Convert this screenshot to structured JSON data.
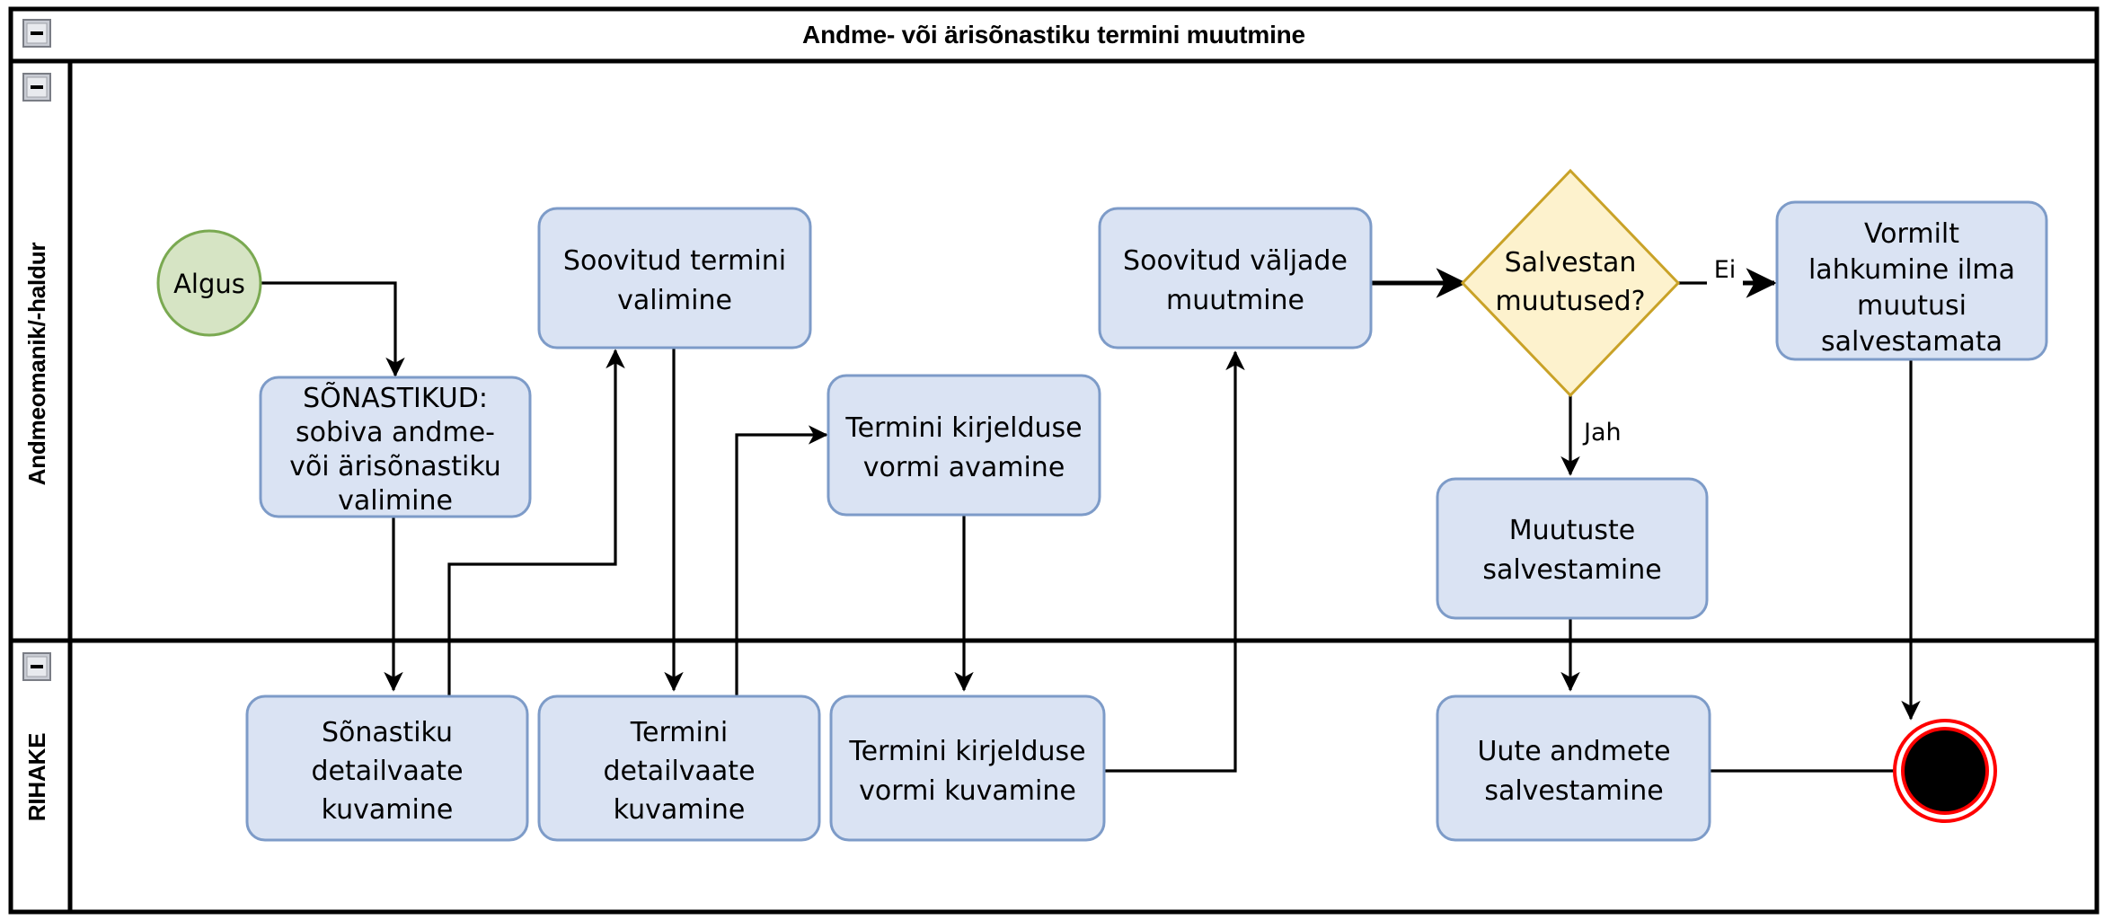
{
  "pool": {
    "title": "Andme- või ärisõnastiku termini muutmine",
    "collapse_icon": "minus-icon"
  },
  "lanes": [
    {
      "id": "lane-actor",
      "label": "Andmeomanik/-haldur",
      "collapse_icon": "minus-icon"
    },
    {
      "id": "lane-system",
      "label": "RIHAKE",
      "collapse_icon": "minus-icon"
    }
  ],
  "colors": {
    "task_fill": "#dae3f3",
    "task_stroke": "#7d9bc8",
    "gateway_fill": "#fdf2cd",
    "gateway_stroke": "#c9a227",
    "start_fill": "#d6e4c4",
    "start_stroke": "#7aa951",
    "end_fill": "#000000",
    "end_stroke": "#ff0000",
    "connector": "#000000",
    "frame": "#000000",
    "lane_header_bg": "#ffffff"
  },
  "nodes": {
    "start": {
      "type": "start-event",
      "label": "Algus",
      "lane": "lane-actor"
    },
    "t_sonastikud": {
      "type": "task",
      "label": "SÕNASTIKUD: sobiva andme- või ärisõnastiku valimine",
      "lines": [
        "SÕNASTIKUD:",
        "sobiva andme-",
        "või ärisõnastiku",
        "valimine"
      ],
      "lane": "lane-actor"
    },
    "t_termini_valimine": {
      "type": "task",
      "label": "Soovitud termini valimine",
      "lines": [
        "Soovitud termini",
        "valimine"
      ],
      "lane": "lane-actor"
    },
    "t_vormi_avamine": {
      "type": "task",
      "label": "Termini kirjelduse vormi avamine",
      "lines": [
        "Termini kirjelduse",
        "vormi avamine"
      ],
      "lane": "lane-actor"
    },
    "t_valjade_muutmine": {
      "type": "task",
      "label": "Soovitud väljade muutmine",
      "lines": [
        "Soovitud väljade",
        "muutmine"
      ],
      "lane": "lane-actor"
    },
    "gw_salvestan": {
      "type": "gateway",
      "label": "Salvestan muutused?",
      "lines": [
        "Salvestan",
        "muutused?"
      ],
      "lane": "lane-actor"
    },
    "t_vormilt_lahkumine": {
      "type": "task",
      "label": "Vormilt lahkumine ilma muutusi salvestamata",
      "lines": [
        "Vormilt",
        "lahkumine ilma",
        "muutusi",
        "salvestamata"
      ],
      "lane": "lane-actor"
    },
    "t_muutuste_salv": {
      "type": "task",
      "label": "Muutuste salvestamine",
      "lines": [
        "Muutuste",
        "salvestamine"
      ],
      "lane": "lane-actor"
    },
    "t_sonastiku_detail": {
      "type": "task",
      "label": "Sõnastiku detailvaate kuvamine",
      "lines": [
        "Sõnastiku",
        "detailvaate",
        "kuvamine"
      ],
      "lane": "lane-system"
    },
    "t_termini_detail": {
      "type": "task",
      "label": "Termini detailvaate kuvamine",
      "lines": [
        "Termini",
        "detailvaate",
        "kuvamine"
      ],
      "lane": "lane-system"
    },
    "t_vormi_kuvamine": {
      "type": "task",
      "label": "Termini kirjelduse vormi kuvamine",
      "lines": [
        "Termini kirjelduse",
        "vormi kuvamine"
      ],
      "lane": "lane-system"
    },
    "t_uute_andmete_salv": {
      "type": "task",
      "label": "Uute andmete salvestamine",
      "lines": [
        "Uute andmete",
        "salvestamine"
      ],
      "lane": "lane-system"
    },
    "end": {
      "type": "end-event",
      "label": "",
      "lane": "lane-system"
    }
  },
  "flows": [
    {
      "from": "start",
      "to": "t_sonastikud",
      "label": ""
    },
    {
      "from": "t_sonastikud",
      "to": "t_sonastiku_detail",
      "label": ""
    },
    {
      "from": "t_sonastiku_detail",
      "to": "t_termini_valimine",
      "label": ""
    },
    {
      "from": "t_termini_valimine",
      "to": "t_termini_detail",
      "label": ""
    },
    {
      "from": "t_termini_detail",
      "to": "t_vormi_avamine",
      "label": ""
    },
    {
      "from": "t_vormi_avamine",
      "to": "t_vormi_kuvamine",
      "label": ""
    },
    {
      "from": "t_vormi_kuvamine",
      "to": "t_valjade_muutmine",
      "label": ""
    },
    {
      "from": "t_valjade_muutmine",
      "to": "gw_salvestan",
      "label": ""
    },
    {
      "from": "gw_salvestan",
      "to": "t_vormilt_lahkumine",
      "label": "Ei"
    },
    {
      "from": "gw_salvestan",
      "to": "t_muutuste_salv",
      "label": "Jah"
    },
    {
      "from": "t_muutuste_salv",
      "to": "t_uute_andmete_salv",
      "label": ""
    },
    {
      "from": "t_uute_andmete_salv",
      "to": "end",
      "label": ""
    },
    {
      "from": "t_vormilt_lahkumine",
      "to": "end",
      "label": ""
    }
  ],
  "flow_labels": {
    "ei": "Ei",
    "jah": "Jah"
  }
}
